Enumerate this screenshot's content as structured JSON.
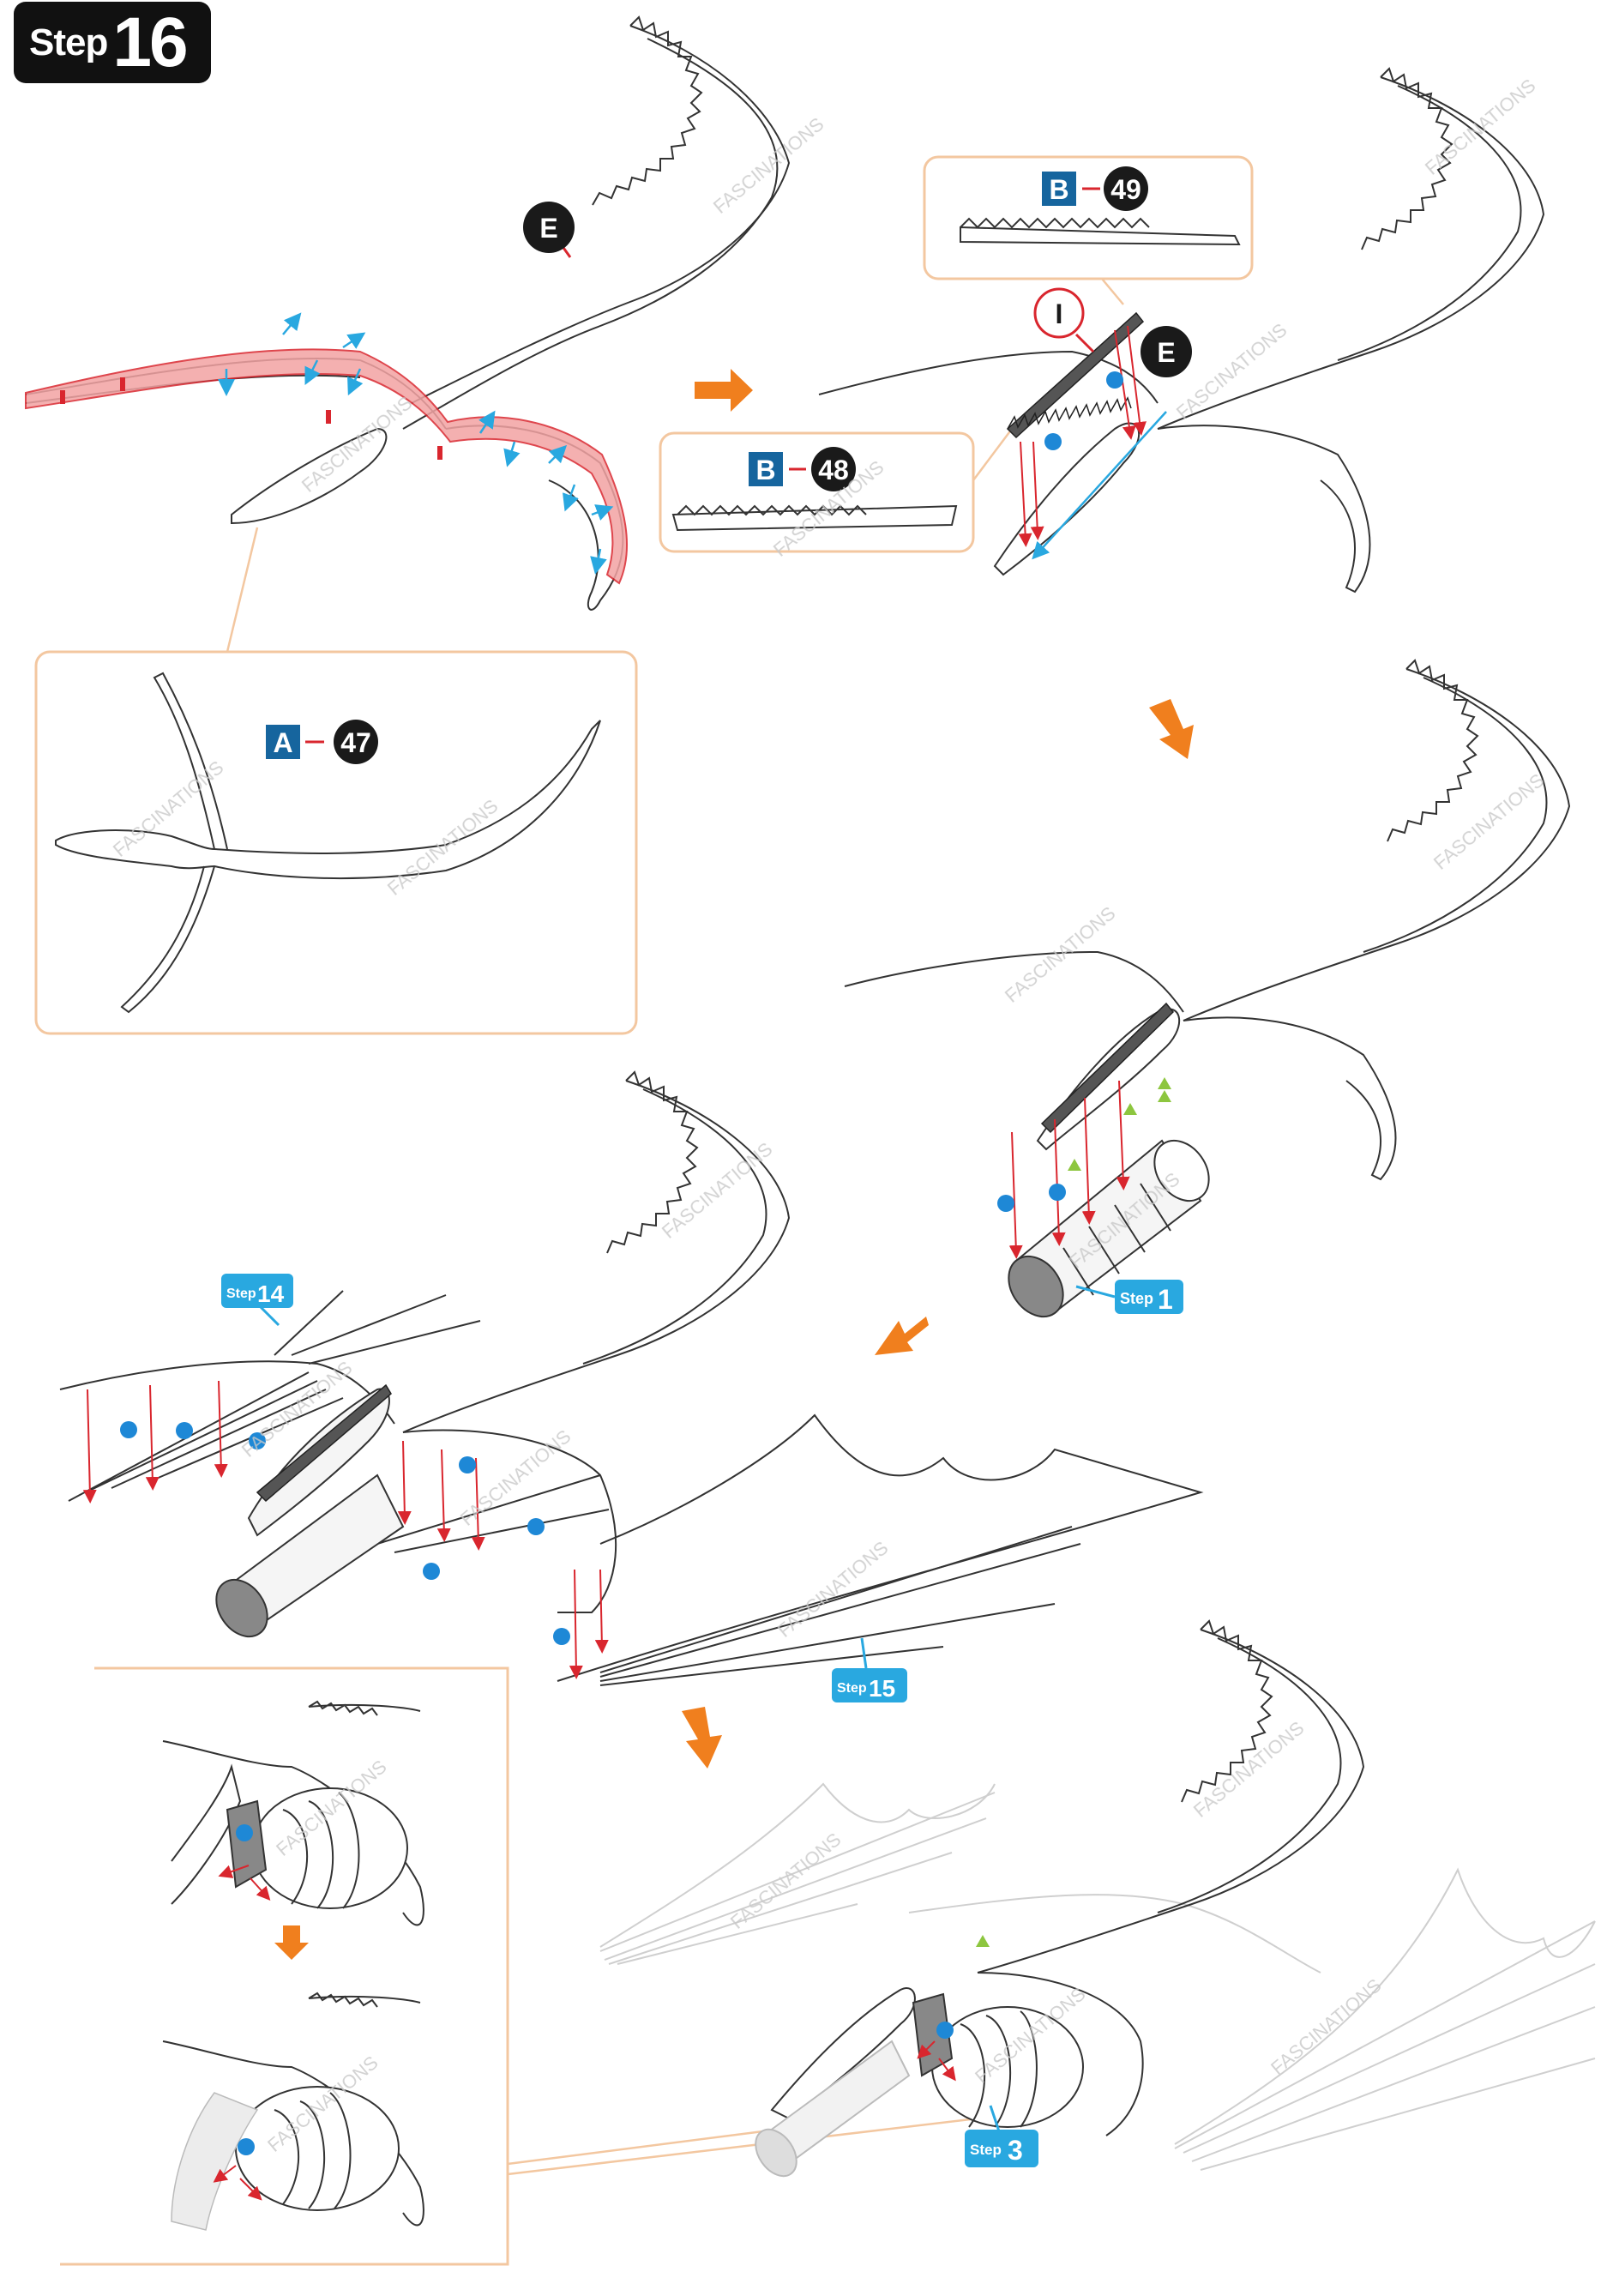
{
  "header": {
    "step_word": "Step",
    "step_number": "16"
  },
  "watermark": "FASCINATIONS",
  "parts": {
    "A": {
      "letter": "A",
      "number": "47"
    },
    "B48": {
      "letter": "B",
      "number": "48"
    },
    "B49": {
      "letter": "B",
      "number": "49"
    }
  },
  "callouts": {
    "E": "E",
    "I": "I"
  },
  "step_refs": {
    "s14": {
      "word": "Step",
      "number": "14"
    },
    "s1": {
      "word": "Step",
      "number": "1"
    },
    "s15": {
      "word": "Step",
      "number": "15"
    },
    "s3": {
      "word": "Step",
      "number": "3"
    }
  },
  "colors": {
    "orange": "#f07f1e",
    "box_border": "#f3c7a0",
    "blue": "#1e88d6",
    "part_letter_bg": "#16659e",
    "dark": "#1a1a1a",
    "pink": "#f3a3a3",
    "red": "#d9262e",
    "green": "#8dc63f",
    "step_blue": "#29a8e0"
  }
}
